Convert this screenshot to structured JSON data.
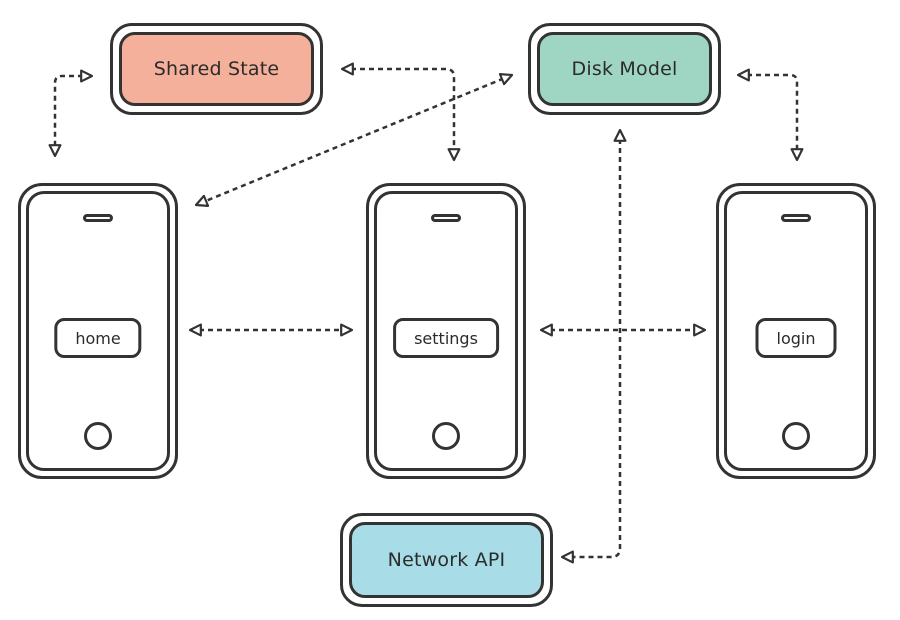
{
  "nodes": {
    "shared_state": {
      "label": "Shared State",
      "color": "#F4B09B"
    },
    "disk_model": {
      "label": "Disk Model",
      "color": "#9FD5C3"
    },
    "network_api": {
      "label": "Network API",
      "color": "#A8DCE6"
    }
  },
  "screens": {
    "home": {
      "label": "home"
    },
    "settings": {
      "label": "settings"
    },
    "login": {
      "label": "login"
    }
  },
  "connectors": [
    {
      "from": "shared_state",
      "to": "home",
      "style": "dashed",
      "arrows": "both"
    },
    {
      "from": "shared_state",
      "to": "settings",
      "style": "dashed",
      "arrows": "both"
    },
    {
      "from": "disk_model",
      "to": "home",
      "style": "dashed",
      "arrows": "both"
    },
    {
      "from": "disk_model",
      "to": "login",
      "style": "dashed",
      "arrows": "both"
    },
    {
      "from": "disk_model",
      "to": "network_api",
      "style": "dashed",
      "arrows": "both"
    },
    {
      "from": "home",
      "to": "settings",
      "style": "dashed",
      "arrows": "both"
    },
    {
      "from": "settings",
      "to": "login",
      "style": "dashed",
      "arrows": "both"
    }
  ]
}
